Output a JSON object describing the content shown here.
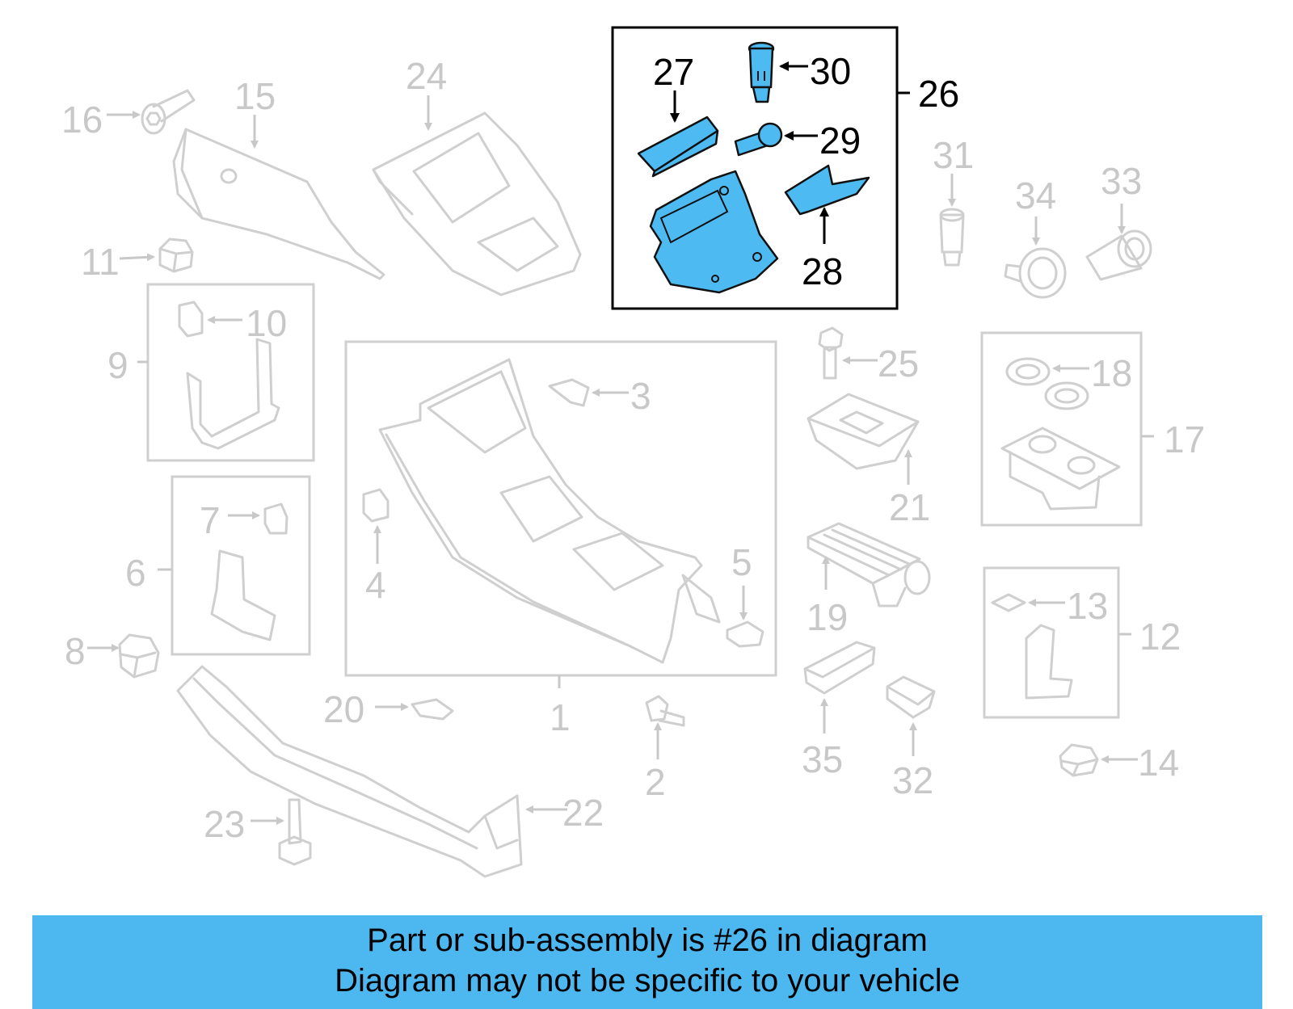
{
  "diagram": {
    "highlight_color": "#4dbbf2",
    "part_color": "#cfcfcf",
    "highlighted_assembly": "26",
    "callouts": {
      "c1": "1",
      "c2": "2",
      "c3": "3",
      "c4": "4",
      "c5": "5",
      "c6": "6",
      "c7": "7",
      "c8": "8",
      "c9": "9",
      "c10": "10",
      "c11": "11",
      "c12": "12",
      "c13": "13",
      "c14": "14",
      "c15": "15",
      "c16": "16",
      "c17": "17",
      "c18": "18",
      "c19": "19",
      "c20": "20",
      "c21": "21",
      "c22": "22",
      "c23": "23",
      "c24": "24",
      "c25": "25",
      "c26": "26",
      "c27": "27",
      "c28": "28",
      "c29": "29",
      "c30": "30",
      "c31": "31",
      "c32": "32",
      "c33": "33",
      "c34": "34",
      "c35": "35"
    }
  },
  "banner": {
    "color": "#4db8f0",
    "line1": "Part or sub-assembly is #26 in diagram",
    "line2": "Diagram may not be specific to your vehicle"
  }
}
